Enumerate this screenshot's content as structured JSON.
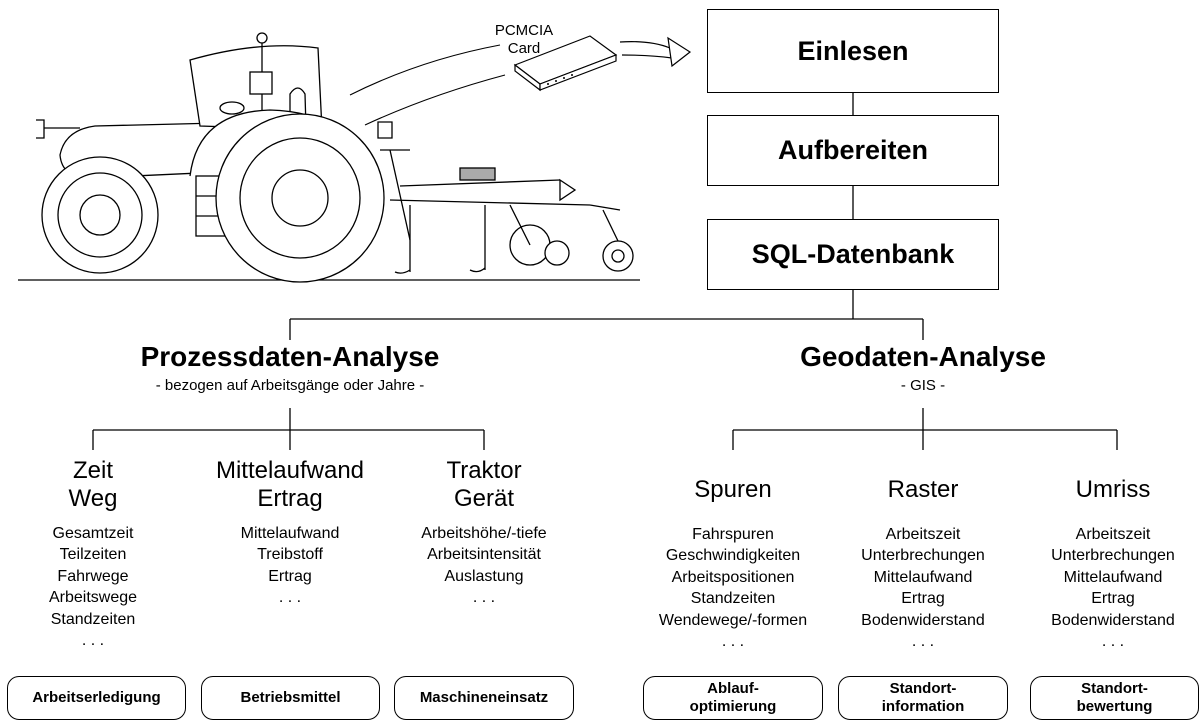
{
  "card": {
    "line1": "PCMCIA",
    "line2": "Card"
  },
  "pipeline": {
    "step1": "Einlesen",
    "step2": "Aufbereiten",
    "step3": "SQL-Datenbank"
  },
  "prozess": {
    "title": "Prozessdaten-Analyse",
    "subtitle": "- bezogen auf Arbeitsgänge oder Jahre -",
    "columns": [
      {
        "head1": "Zeit",
        "head2": "Weg",
        "items": [
          "Gesamtzeit",
          "Teilzeiten",
          "Fahrwege",
          "Arbeitswege",
          "Standzeiten",
          ". . ."
        ],
        "result": "Arbeitserledigung"
      },
      {
        "head1": "Mittelaufwand",
        "head2": "Ertrag",
        "items": [
          "Mittelaufwand",
          "Treibstoff",
          "Ertrag",
          ". . ."
        ],
        "result": "Betriebsmittel"
      },
      {
        "head1": "Traktor",
        "head2": "Gerät",
        "items": [
          "Arbeitshöhe/-tiefe",
          "Arbeitsintensität",
          "Auslastung",
          ". . ."
        ],
        "result": "Maschineneinsatz"
      }
    ]
  },
  "geo": {
    "title": "Geodaten-Analyse",
    "subtitle": "- GIS -",
    "columns": [
      {
        "head1": "Spuren",
        "items": [
          "Fahrspuren",
          "Geschwindigkeiten",
          "Arbeitspositionen",
          "Standzeiten",
          "Wendewege/-formen",
          ". . ."
        ],
        "result1": "Ablauf-",
        "result2": "optimierung"
      },
      {
        "head1": "Raster",
        "items": [
          "Arbeitszeit",
          "Unterbrechungen",
          "Mittelaufwand",
          "Ertrag",
          "Bodenwiderstand",
          ". . ."
        ],
        "result1": "Standort-",
        "result2": "information"
      },
      {
        "head1": "Umriss",
        "items": [
          "Arbeitszeit",
          "Unterbrechungen",
          "Mittelaufwand",
          "Ertrag",
          "Bodenwiderstand",
          ". . ."
        ],
        "result1": "Standort-",
        "result2": "bewertung"
      }
    ]
  }
}
